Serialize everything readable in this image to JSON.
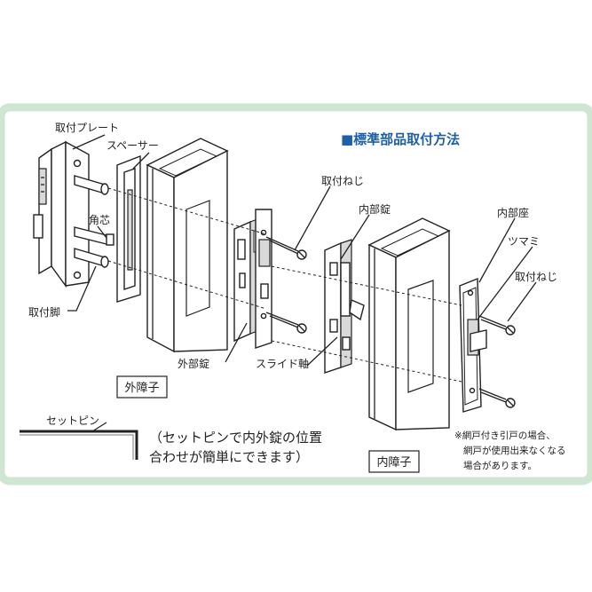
{
  "colors": {
    "background": "#ffffff",
    "frame_border": "#cfe6d3",
    "panel": "#ffffff",
    "title": "#1f5fa8",
    "line": "#222222"
  },
  "title": "■標準部品取付方法",
  "labels": {
    "mounting_plate": "取付プレート",
    "spacer": "スペーサー",
    "square_core": "角芯",
    "mounting_leg": "取付脚",
    "outer_lock": "外部錠",
    "outer_stile": "外障子",
    "mounting_screw_1": "取付ねじ",
    "inner_lock": "内部錠",
    "slide_shaft": "スライド軸",
    "inner_seat": "内部座",
    "knob": "ツマミ",
    "mounting_screw_2": "取付ねじ",
    "inner_stile": "内障子",
    "set_pin": "セットピン"
  },
  "set_pin_desc": {
    "line1": "（セットピンで内外錠の位置",
    "line2": "合わせが簡単にできます）"
  },
  "note": {
    "line1": "※網戸付き引戸の場合、",
    "line2": "網戸が使用出来なくなる",
    "line3": "場合があります。"
  }
}
